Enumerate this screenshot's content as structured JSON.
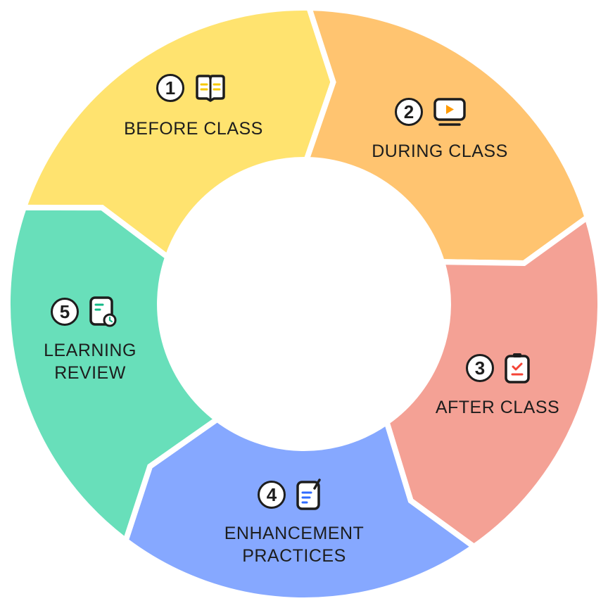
{
  "colors": {
    "before": "#FFE36F",
    "during": "#FFC470",
    "after": "#F4A195",
    "enhancement": "#86A8FF",
    "review": "#68DFBA",
    "ink": "#1d1d1d"
  },
  "steps": [
    {
      "number": "1",
      "label": "BEFORE CLASS",
      "icon": "open-book-icon"
    },
    {
      "number": "2",
      "label": "DURING CLASS",
      "icon": "video-play-icon"
    },
    {
      "number": "3",
      "label": "AFTER CLASS",
      "icon": "clipboard-check-icon"
    },
    {
      "number": "4",
      "lines": [
        "ENHANCEMENT",
        "PRACTICES"
      ],
      "icon": "note-pencil-icon"
    },
    {
      "number": "5",
      "lines": [
        "LEARNING",
        "REVIEW"
      ],
      "icon": "document-clock-icon"
    }
  ]
}
